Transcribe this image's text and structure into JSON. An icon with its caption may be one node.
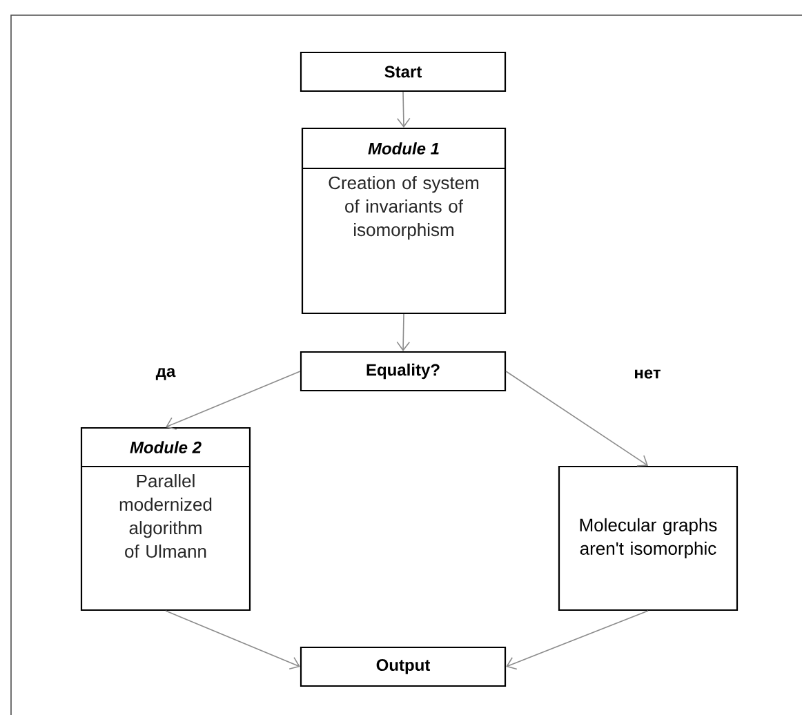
{
  "diagram": {
    "nodes": [
      {
        "text": [
          "Start"
        ]
      },
      {
        "text": [
          "Module 1",
          "Creation of system of invariants of isomorphism"
        ]
      },
      {
        "text": [
          "Equality?"
        ]
      },
      {
        "text": [
          "Module 2",
          "Parallel modernized algorithm of Ulmann"
        ]
      },
      {
        "text": [
          "Molecular graphs aren't isomorphic"
        ]
      },
      {
        "text": [
          "Output"
        ]
      }
    ],
    "edges": [
      {
        "from": 0,
        "to": 1,
        "arrow": "to"
      },
      {
        "from": 1,
        "to": 2,
        "arrow": "to"
      },
      {
        "from": 2,
        "to": 3,
        "arrow": "to",
        "label": "да"
      },
      {
        "from": 2,
        "to": 4,
        "arrow": "to",
        "label": "нет"
      },
      {
        "from": 3,
        "to": 5,
        "arrow": "to"
      },
      {
        "from": 4,
        "to": 5,
        "arrow": "to"
      }
    ]
  }
}
